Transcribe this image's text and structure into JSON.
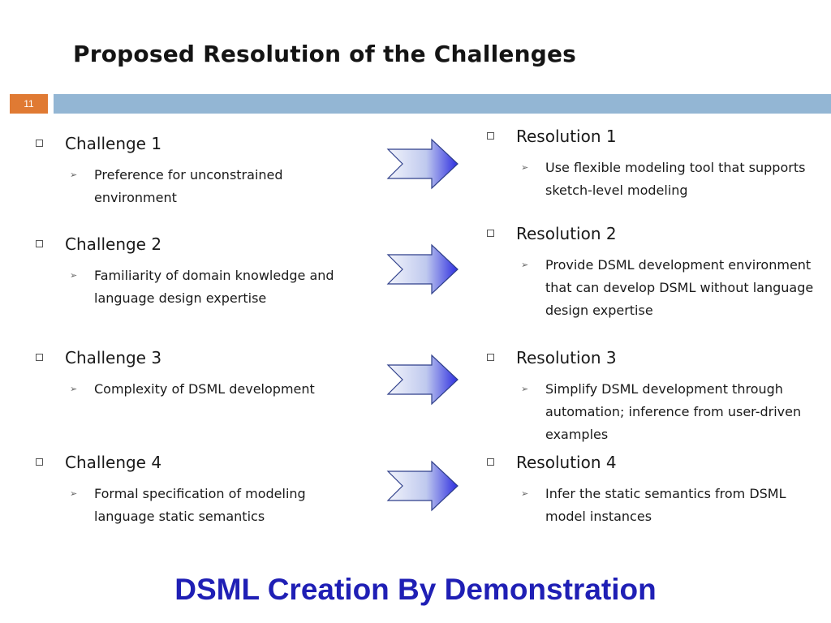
{
  "slide": {
    "title": "Proposed Resolution of the Challenges",
    "page_number": "11",
    "footer": "DSML Creation By Demonstration"
  },
  "rows": [
    {
      "challenge": "Challenge 1",
      "challenge_detail": "Preference for unconstrained environment",
      "resolution": "Resolution 1",
      "resolution_detail": "Use flexible modeling tool that supports sketch-level modeling"
    },
    {
      "challenge": "Challenge 2",
      "challenge_detail": "Familiarity of domain knowledge and language design expertise",
      "resolution": "Resolution 2",
      "resolution_detail": "Provide DSML development environment that can develop DSML without language design expertise"
    },
    {
      "challenge": "Challenge 3",
      "challenge_detail": "Complexity of DSML development",
      "resolution": "Resolution 3",
      "resolution_detail": "Simplify DSML development through automation; inference from user-driven examples"
    },
    {
      "challenge": "Challenge 4",
      "challenge_detail": "Formal specification of modeling language static semantics",
      "resolution": "Resolution 4",
      "resolution_detail": "Infer the static semantics from DSML model instances"
    }
  ],
  "colors": {
    "accent_orange": "#E07A33",
    "header_bar_blue": "#93B6D4",
    "footer_blue": "#1F1FB5",
    "arrow_dark_blue": "#3A3AE0",
    "arrow_light": "#F2F4FB"
  },
  "icons": {
    "list_bullet": "hollow-square-icon",
    "sub_bullet": "chevron-right-icon",
    "flow_arrow": "block-arrow-right-icon"
  }
}
